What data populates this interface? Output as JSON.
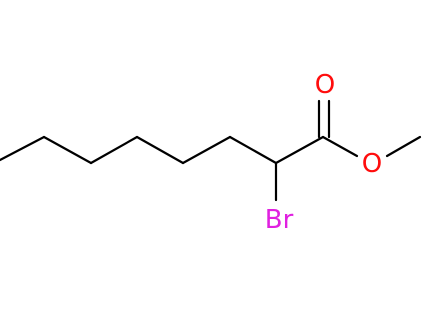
{
  "molecule": {
    "labels": {
      "carbonyl_oxygen": "O",
      "ester_oxygen": "O",
      "bromine": "Br"
    },
    "colors": {
      "bond": "#000000",
      "oxygen": "#ff0d0d",
      "bromine": "#e020e0",
      "background": "#ffffff"
    }
  }
}
